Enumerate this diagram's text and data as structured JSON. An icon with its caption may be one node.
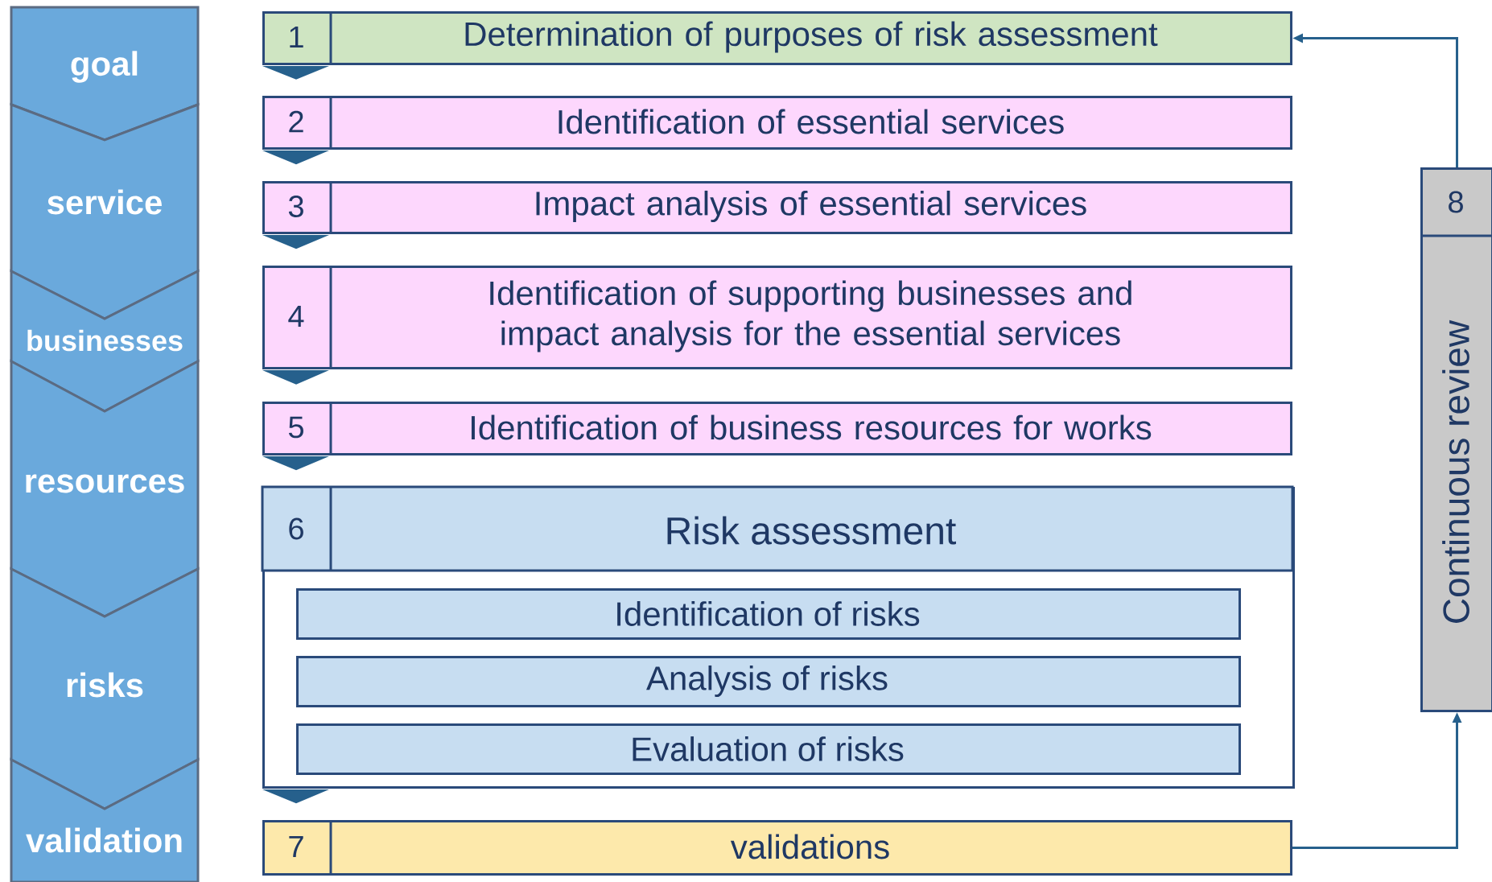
{
  "diagram": {
    "nodes": [
      {
        "text": [
          "goal"
        ]
      },
      {
        "text": [
          "service"
        ]
      },
      {
        "text": [
          "businesses"
        ]
      },
      {
        "text": [
          "resources"
        ]
      },
      {
        "text": [
          "risks"
        ]
      },
      {
        "text": [
          "validation"
        ]
      },
      {
        "text": [
          "1",
          "Determination of purposes of risk assessment"
        ]
      },
      {
        "text": [
          "2",
          "Identification of essential services"
        ]
      },
      {
        "text": [
          "3",
          "Impact analysis of essential services"
        ]
      },
      {
        "text": [
          "4",
          "Identification of supporting businesses and impact analysis for the essential services"
        ]
      },
      {
        "text": [
          "5",
          "Identification of business resources for works"
        ]
      },
      {
        "text": [
          "6",
          "Risk assessment"
        ]
      },
      {
        "text": [
          "Identification of risks"
        ],
        "in": 11
      },
      {
        "text": [
          "Analysis of risks"
        ],
        "in": 11
      },
      {
        "text": [
          "Evaluation of risks"
        ],
        "in": 11
      },
      {
        "text": [
          "7",
          "validations"
        ]
      },
      {
        "text": [
          "8",
          "Continuous review"
        ]
      }
    ],
    "edges": [
      {
        "from": 6,
        "to": 7,
        "arrow": "to"
      },
      {
        "from": 7,
        "to": 8,
        "arrow": "to"
      },
      {
        "from": 8,
        "to": 9,
        "arrow": "to"
      },
      {
        "from": 9,
        "to": 10,
        "arrow": "to"
      },
      {
        "from": 10,
        "to": 11,
        "arrow": "to"
      },
      {
        "from": 11,
        "to": 15,
        "arrow": "to"
      },
      {
        "from": 15,
        "to": 16,
        "arrow": "to"
      },
      {
        "from": 16,
        "to": 6,
        "arrow": "to"
      }
    ]
  }
}
